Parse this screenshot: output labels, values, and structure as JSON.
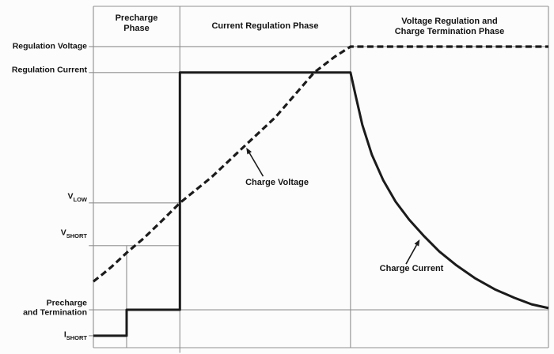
{
  "chart_data": {
    "type": "line",
    "x_axis": {
      "label": "",
      "range": [
        0,
        100
      ],
      "tick_labels": [],
      "note": "time axis, no scale shown"
    },
    "y_axis": {
      "label": "",
      "range": [
        0,
        1
      ],
      "tick_labels": []
    },
    "grid": "off",
    "legend": "none (inline annotations with arrows)",
    "phases": [
      {
        "label_lines": [
          "Precharge",
          "Phase"
        ],
        "x_start": 0,
        "x_end": 19
      },
      {
        "label_lines": [
          "Current Regulation Phase"
        ],
        "x_start": 19,
        "x_end": 56.5
      },
      {
        "label_lines": [
          "Voltage Regulation and",
          "Charge Termination Phase"
        ],
        "x_start": 56.5,
        "x_end": 100
      }
    ],
    "y_levels": [
      {
        "id": "regulation-voltage",
        "label": "Regulation Voltage",
        "value": 0.882,
        "x_start": -1,
        "x_end": 100
      },
      {
        "id": "regulation-current",
        "label": "Regulation Current",
        "value": 0.806,
        "x_start": -1,
        "x_end": 19
      },
      {
        "id": "v-low",
        "label": "V",
        "sub": "LOW",
        "value": 0.424,
        "x_start": -1,
        "x_end": 19
      },
      {
        "id": "v-short",
        "label": "V",
        "sub": "SHORT",
        "value": 0.299,
        "x_start": -1,
        "x_end": 19
      },
      {
        "id": "precharge-termination",
        "label": "Precharge",
        "label_line2": "and Termination",
        "value": 0.111,
        "x_start": -1,
        "x_end": 100
      },
      {
        "id": "i-short",
        "label": "I",
        "sub": "SHORT",
        "value": 0.035,
        "x_start": -1,
        "x_end": 0
      }
    ],
    "series": [
      {
        "name": "Charge Voltage",
        "style": "dashed",
        "points": [
          [
            0,
            0.194
          ],
          [
            2,
            0.215
          ],
          [
            4,
            0.237
          ],
          [
            7.3,
            0.278
          ],
          [
            11,
            0.32
          ],
          [
            15,
            0.371
          ],
          [
            19,
            0.424
          ],
          [
            26,
            0.5
          ],
          [
            33.4,
            0.593
          ],
          [
            40,
            0.675
          ],
          [
            48.5,
            0.806
          ],
          [
            53,
            0.852
          ],
          [
            56.5,
            0.882
          ],
          [
            100,
            0.882
          ]
        ]
      },
      {
        "name": "Charge Current",
        "style": "solid",
        "points": [
          [
            0,
            0.035
          ],
          [
            7.3,
            0.035
          ],
          [
            7.3,
            0.111
          ],
          [
            19,
            0.111
          ],
          [
            19,
            0.806
          ],
          [
            56.5,
            0.806
          ],
          [
            57.6,
            0.74
          ],
          [
            59.1,
            0.653
          ],
          [
            61.2,
            0.565
          ],
          [
            63.7,
            0.49
          ],
          [
            66.4,
            0.428
          ],
          [
            69.4,
            0.375
          ],
          [
            72.5,
            0.329
          ],
          [
            76,
            0.282
          ],
          [
            79.8,
            0.241
          ],
          [
            83.8,
            0.204
          ],
          [
            88.2,
            0.171
          ],
          [
            92.5,
            0.146
          ],
          [
            96.3,
            0.127
          ],
          [
            100,
            0.116
          ]
        ]
      }
    ],
    "markers": [
      {
        "id": "vshort-transition",
        "x": 7.3,
        "y_start": 0,
        "y_end": 0.299
      }
    ],
    "phase_boundaries": [
      {
        "x": 19,
        "tick_below_axis": true
      },
      {
        "x": 56.5,
        "tick_below_axis": false
      }
    ],
    "annotations": [
      {
        "label": "Charge Voltage",
        "arrow_tip": [
          33.6,
          0.586
        ],
        "arrow_tail": [
          37.3,
          0.502
        ]
      },
      {
        "label": "Charge Current",
        "arrow_tip": [
          71.7,
          0.317
        ],
        "arrow_tail": [
          68.7,
          0.245
        ]
      }
    ],
    "colors": {
      "curve": "#1b1b1b",
      "grid": "#8f8f8f",
      "text": "#141414",
      "background": "#fcfcfc"
    }
  }
}
